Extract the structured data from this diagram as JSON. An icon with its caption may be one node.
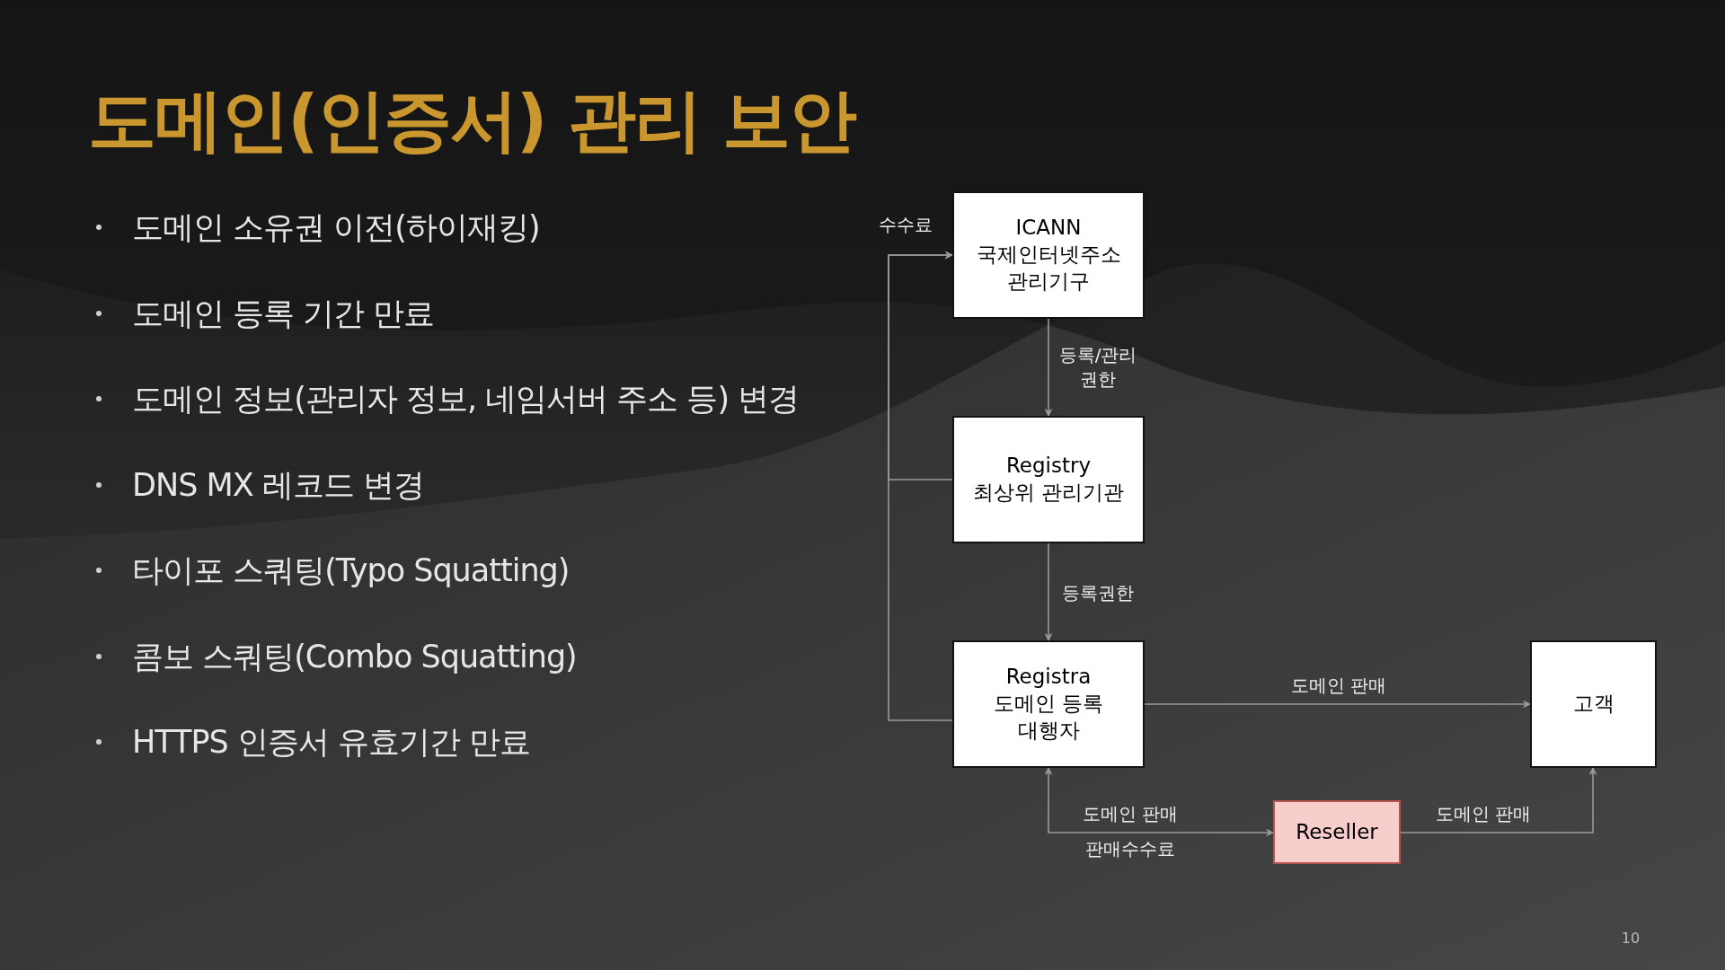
{
  "diagram": {
    "title": "도메인(인증서) 관리 보안",
    "nodes": [
      {
        "text": [
          "ICANN",
          "국제인터넷주소 관리기구"
        ]
      },
      {
        "text": [
          "Registry",
          "최상위 관리기관"
        ]
      },
      {
        "text": [
          "Registra",
          "도메인 등록 대행자"
        ]
      },
      {
        "text": [
          "고객"
        ]
      },
      {
        "text": [
          "Reseller"
        ]
      }
    ],
    "edges": [
      {
        "from": 0,
        "to": 1,
        "arrow": "to",
        "label": "등록/관리 권한"
      },
      {
        "from": 1,
        "to": 2,
        "arrow": "to",
        "label": "등록권한"
      },
      {
        "from": 2,
        "to": 3,
        "arrow": "to",
        "label": "도메인 판매"
      },
      {
        "from": 2,
        "to": 4,
        "arrow": "both",
        "label": "도메인 판매"
      },
      {
        "from": 4,
        "to": 3,
        "arrow": "to",
        "label": "도메인 판매"
      },
      {
        "from": 1,
        "to": 0,
        "arrow": "to",
        "label": "수수료"
      },
      {
        "from": 2,
        "to": 0,
        "arrow": "to"
      }
    ],
    "labels": [
      "도메인 소유권 이전(하이재킹)",
      "도메인 등록 기간 만료",
      "도메인 정보(관리자 정보, 네임서버 주소 등) 변경",
      "DNS MX 레코드 변경",
      "타이포 스쿼팅(Typo Squatting)",
      "콤보 스쿼팅(Combo Squatting)",
      "HTTPS 인증서 유효기간 만료",
      "판매수수료",
      "10"
    ]
  }
}
